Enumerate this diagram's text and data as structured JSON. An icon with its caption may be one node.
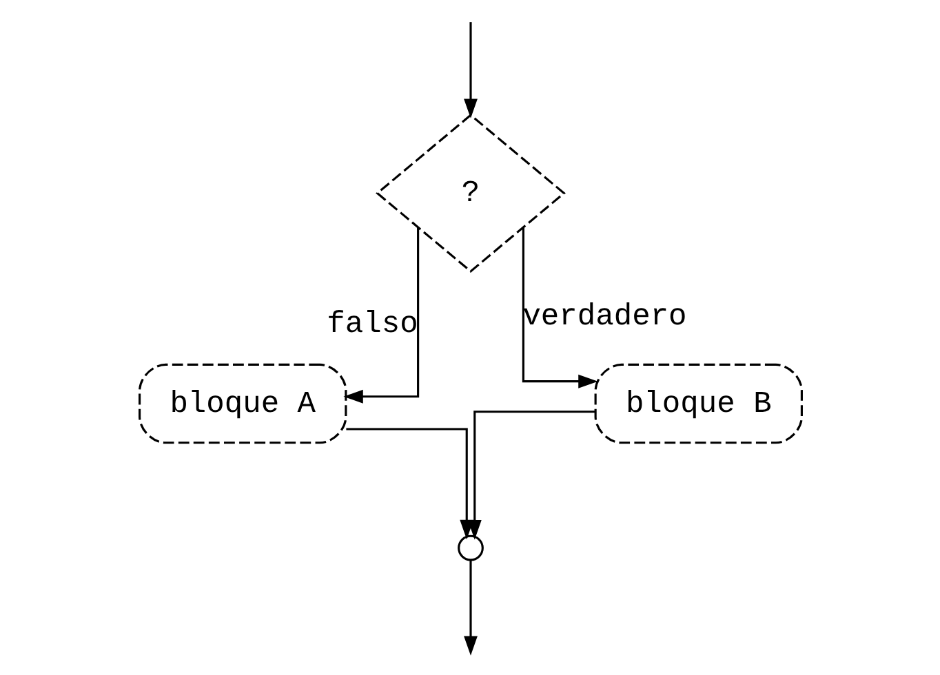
{
  "diagram": {
    "nodes": [
      {
        "text": [
          "?"
        ]
      },
      {
        "text": [
          "bloque A"
        ]
      },
      {
        "text": [
          "bloque B"
        ]
      },
      {
        "text": [],
        "shape": "circle"
      }
    ],
    "edges": [
      {
        "from": null,
        "to": 0,
        "arrow": "to"
      },
      {
        "from": 0,
        "to": 1,
        "arrow": "to",
        "label": "falso"
      },
      {
        "from": 0,
        "to": 2,
        "arrow": "to",
        "label": "verdadero"
      },
      {
        "from": 1,
        "to": 3,
        "arrow": "to"
      },
      {
        "from": 2,
        "to": 3,
        "arrow": "to"
      },
      {
        "from": 3,
        "to": null,
        "arrow": "to"
      }
    ]
  }
}
